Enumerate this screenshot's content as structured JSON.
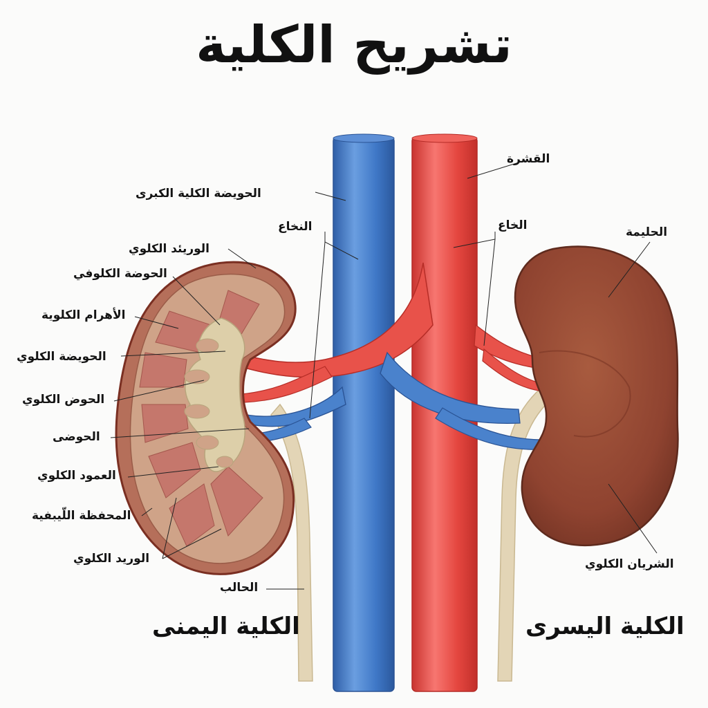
{
  "title": "تشريح الكلية",
  "kidneys": {
    "right_caption": "الكلية اليمنى",
    "left_caption": "الكلية اليسرى"
  },
  "labels": {
    "qishra": "القشرة",
    "huwaydah_kubra": "الحويضة الكلية الكبرى",
    "nukha": "النخاع",
    "khaa": "الخاع",
    "halima": "الحليمة",
    "warid_top": "الوريئد الكلوي",
    "hawdha": "الحوضة الكلوفي",
    "ahram": "الأهرام الكلوية",
    "huwaydah": "الحويضة الكلوي",
    "hawd": "الحوض الكلوي",
    "hawdha_short": "الحوضى",
    "amud": "العمود الكلوي",
    "muhafaza": "المحفظة اللّيبفية",
    "warid": "الوريد الكلوي",
    "halib": "الحالب",
    "shiryan": "الشريان الكلوي"
  },
  "colors": {
    "vein": "#3d76c4",
    "artery": "#e5463f",
    "kidney_outer": "#8e3a2a",
    "kidney_inner": "#c99a7f",
    "ureter": "#e2d4b4",
    "left_kidney": "#93462f"
  }
}
